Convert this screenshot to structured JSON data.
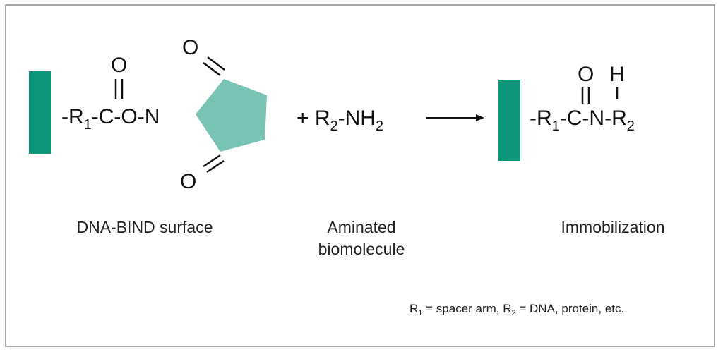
{
  "colors": {
    "surface": "#0e9678",
    "nhs_ring": "#79c3b4",
    "frame": "#8a8a8a"
  },
  "reactant1": {
    "prefix": "-R",
    "r_sub": "1",
    "chain": "-C-O-N",
    "carbonyl_o": "O",
    "ring_o_top": "O",
    "ring_o_bottom": "O",
    "label": "DNA-BIND surface"
  },
  "reactant2": {
    "plus": "+ R",
    "r_sub": "2",
    "amine": "-NH",
    "h_sub": "2",
    "label_line1": "Aminated",
    "label_line2": "biomolecule"
  },
  "arrow": "reaction-arrow",
  "product": {
    "prefix": "-R",
    "r1_sub": "1",
    "middle": "-C-N-R",
    "r2_sub": "2",
    "carbonyl_o": "O",
    "amide_h": "H",
    "label": "Immobilization"
  },
  "footnote": {
    "r1": "R",
    "r1_sub": "1",
    "part1": " = spacer arm, R",
    "r2_sub": "2",
    "part2": " = DNA, protein, etc."
  }
}
